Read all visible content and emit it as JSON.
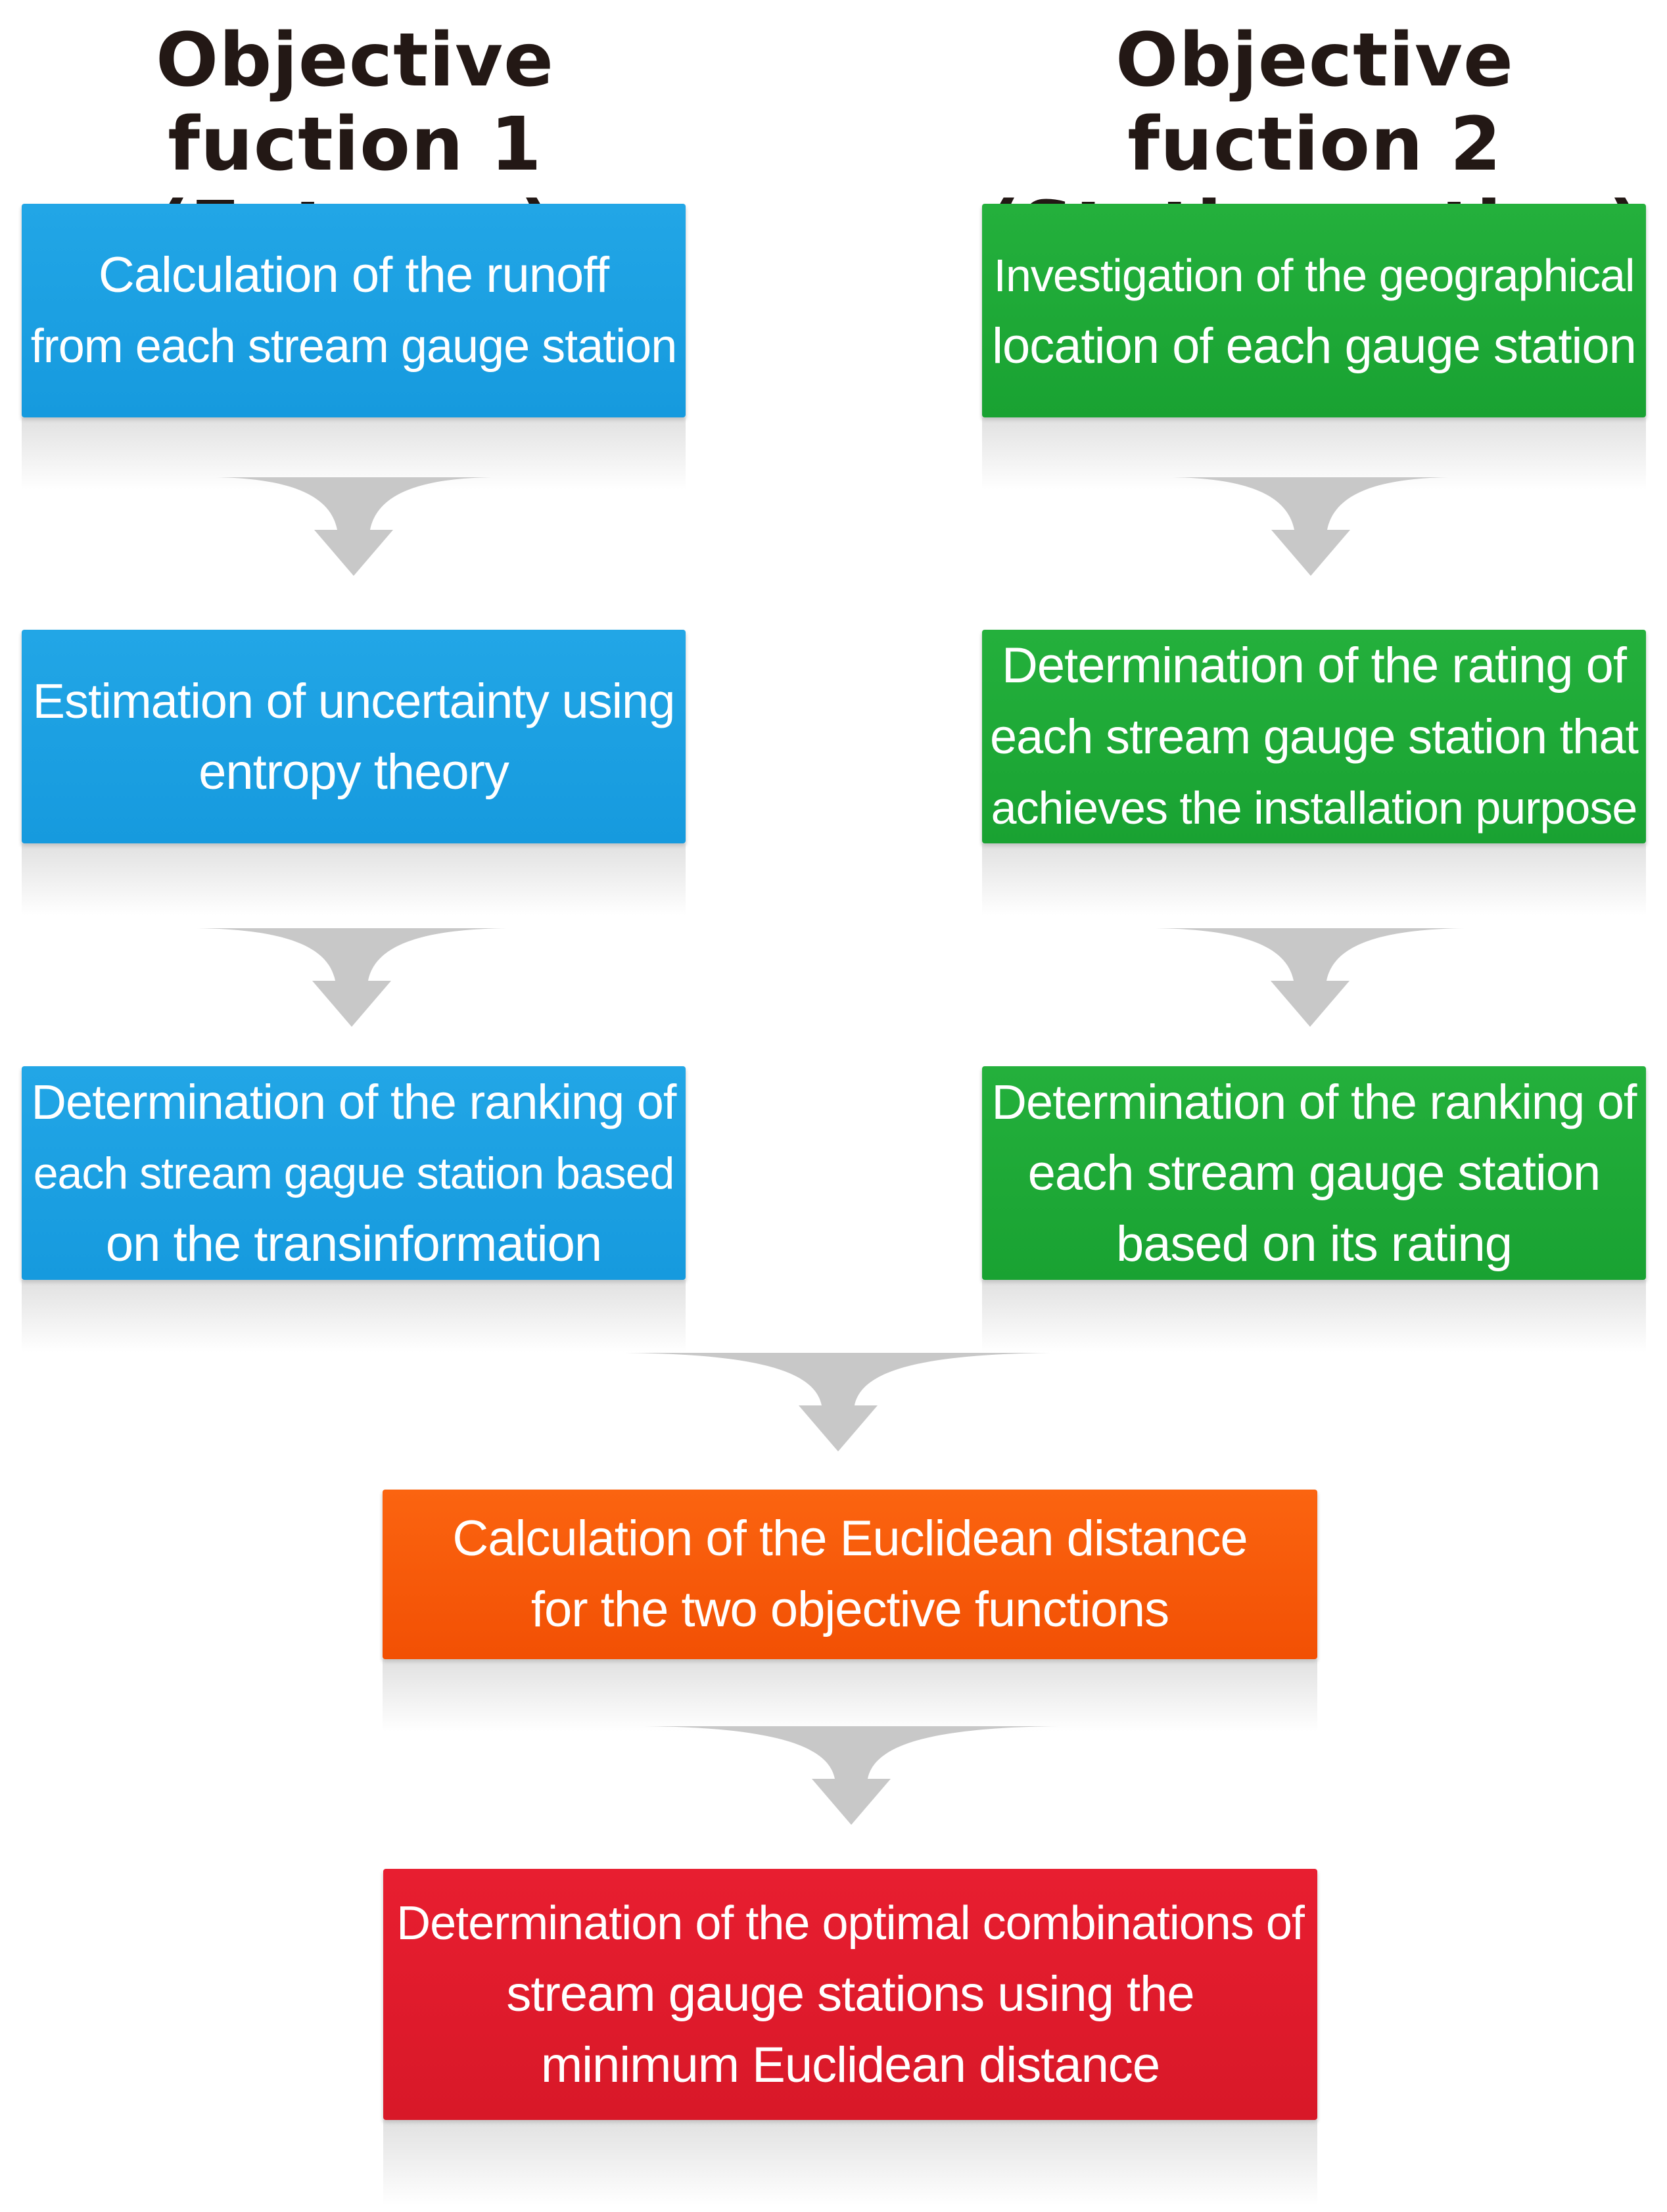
{
  "headings": {
    "left": [
      "Objective fuction 1",
      "(Entropy)"
    ],
    "right": [
      "Objective fuction 2",
      "(Station rating)"
    ]
  },
  "left_column": [
    {
      "lines": [
        "Calculation of the runoff",
        "from each stream gauge station"
      ]
    },
    {
      "lines": [
        "Estimation of uncertainty using",
        "entropy theory"
      ]
    },
    {
      "lines": [
        "Determination of the ranking of",
        "each stream gague station based",
        "on the transinformation"
      ]
    }
  ],
  "right_column": [
    {
      "lines": [
        "Investigation of the geographical",
        "location of each gauge station"
      ]
    },
    {
      "lines": [
        "Determination of the rating of",
        "each stream gauge station that",
        "achieves the installation purpose"
      ]
    },
    {
      "lines": [
        "Determination of the ranking of",
        "each stream gauge station",
        "based on its rating"
      ]
    }
  ],
  "merge_box": {
    "lines": [
      "Calculation of the Euclidean distance",
      "for the two objective functions"
    ]
  },
  "final_box": {
    "lines": [
      "Determination of the optimal combinations of",
      "stream gauge stations using the",
      "minimum Euclidean distance"
    ]
  },
  "colors": {
    "left": "#1c9fe2",
    "right": "#1ea836",
    "merge": "#fa5a0a",
    "final": "#e01a2c",
    "arrow": "#c8c8c8",
    "heading_text": "#231815"
  }
}
